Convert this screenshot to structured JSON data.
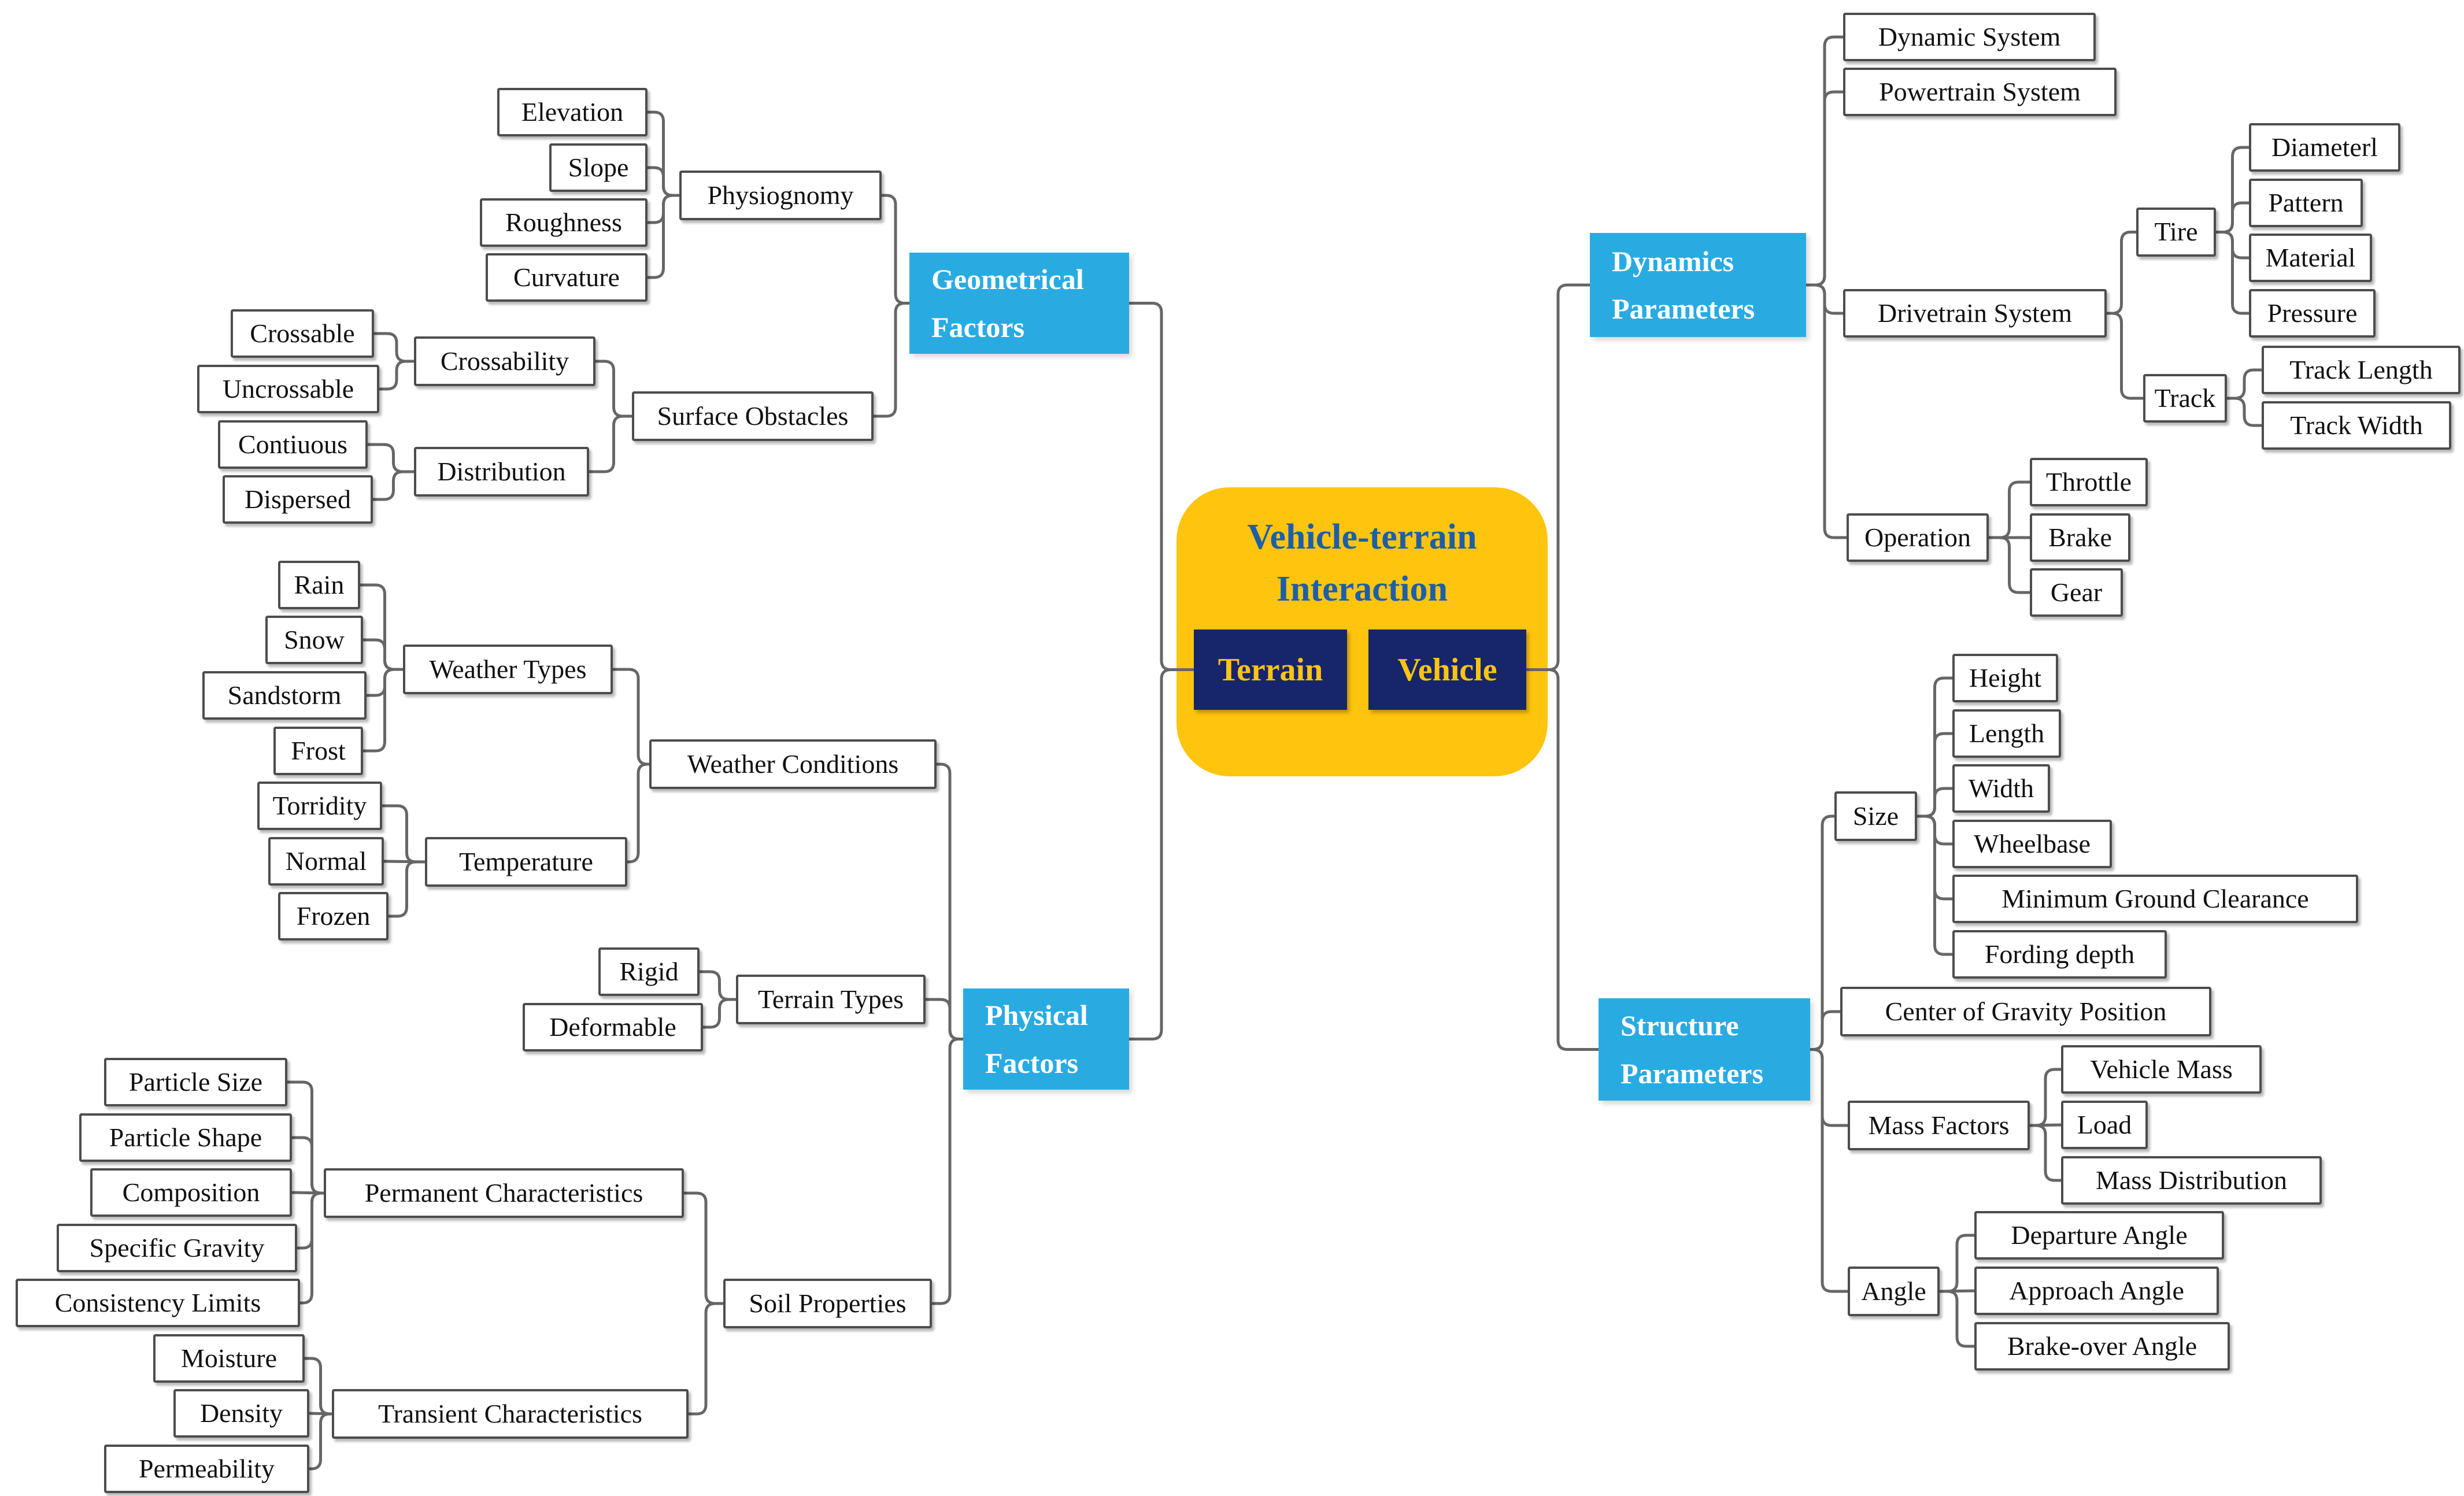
{
  "center": {
    "title": "Vehicle-terrain\nInteraction",
    "terrain": "Terrain",
    "vehicle": "Vehicle"
  },
  "colors": {
    "branch_blue": "#29ABE2",
    "center_yellow": "#FFC40E",
    "navy": "#17266B",
    "title_blue": "#1C5FA9",
    "chip_text_yellow": "#FFC414",
    "box_border": "#4D4D4D",
    "wire_gray": "#666666"
  },
  "nodes": {
    "elevation": "Elevation",
    "slope": "Slope",
    "roughness": "Roughness",
    "curvature": "Curvature",
    "physiognomy": "Physiognomy",
    "geometrical_factors": "Geometrical\nFactors",
    "crossable": "Crossable",
    "uncrossable": "Uncrossable",
    "crossability": "Crossability",
    "contiuous": "Contiuous",
    "dispersed": "Dispersed",
    "distribution": "Distribution",
    "surface_obstacles": "Surface Obstacles",
    "rain": "Rain",
    "snow": "Snow",
    "sandstorm": "Sandstorm",
    "frost": "Frost",
    "weather_types": "Weather Types",
    "torridity": "Torridity",
    "normal": "Normal",
    "frozen": "Frozen",
    "temperature": "Temperature",
    "weather_conditions": "Weather Conditions",
    "rigid": "Rigid",
    "deformable": "Deformable",
    "terrain_types": "Terrain Types",
    "physical_factors": "Physical\nFactors",
    "particle_size": "Particle Size",
    "particle_shape": "Particle Shape",
    "composition": "Composition",
    "specific_gravity": "Specific Gravity",
    "consistency_limits": "Consistency Limits",
    "permanent_characteristics": "Permanent Characteristics",
    "moisture": "Moisture",
    "density": "Density",
    "permeability": "Permeability",
    "transient_characteristics": "Transient Characteristics",
    "soil_properties": "Soil Properties",
    "dynamics_parameters": "Dynamics\nParameters",
    "dynamic_system": "Dynamic System",
    "powertrain_system": "Powertrain System",
    "drivetrain_system": "Drivetrain System",
    "tire": "Tire",
    "diameterl": "Diameterl",
    "pattern": "Pattern",
    "material": "Material",
    "pressure": "Pressure",
    "track": "Track",
    "track_length": "Track Length",
    "track_width": "Track Width",
    "operation": "Operation",
    "throttle": "Throttle",
    "brake": "Brake",
    "gear": "Gear",
    "structure_parameters": "Structure\nParameters",
    "size": "Size",
    "height": "Height",
    "length": "Length",
    "width": "Width",
    "wheelbase": "Wheelbase",
    "minimum_ground_clearance": "Minimum Ground Clearance",
    "fording_depth": "Fording depth",
    "center_of_gravity_position": "Center of Gravity Position",
    "mass_factors": "Mass Factors",
    "vehicle_mass": "Vehicle Mass",
    "load": "Load",
    "mass_distribution": "Mass Distribution",
    "angle": "Angle",
    "departure_angle": "Departure Angle",
    "approach_angle": "Approach Angle",
    "brake_over_angle": "Brake-over Angle"
  },
  "edges": [
    {
      "parent": "physiognomy",
      "side": "left",
      "children": [
        "elevation",
        "slope",
        "roughness",
        "curvature"
      ]
    },
    {
      "parent": "crossability",
      "side": "left",
      "children": [
        "crossable",
        "uncrossable"
      ]
    },
    {
      "parent": "distribution",
      "side": "left",
      "children": [
        "contiuous",
        "dispersed"
      ]
    },
    {
      "parent": "surface_obstacles",
      "side": "left",
      "children": [
        "crossability",
        "distribution"
      ]
    },
    {
      "parent": "geometrical_factors",
      "side": "left",
      "children": [
        "physiognomy",
        "surface_obstacles"
      ]
    },
    {
      "parent": "weather_types",
      "side": "left",
      "children": [
        "rain",
        "snow",
        "sandstorm",
        "frost"
      ]
    },
    {
      "parent": "temperature",
      "side": "left",
      "children": [
        "torridity",
        "normal",
        "frozen"
      ]
    },
    {
      "parent": "weather_conditions",
      "side": "left",
      "children": [
        "weather_types",
        "temperature"
      ]
    },
    {
      "parent": "terrain_types",
      "side": "left",
      "children": [
        "rigid",
        "deformable"
      ]
    },
    {
      "parent": "permanent_characteristics",
      "side": "left",
      "children": [
        "particle_size",
        "particle_shape",
        "composition",
        "specific_gravity",
        "consistency_limits"
      ]
    },
    {
      "parent": "transient_characteristics",
      "side": "left",
      "children": [
        "moisture",
        "density",
        "permeability"
      ]
    },
    {
      "parent": "soil_properties",
      "side": "left",
      "children": [
        "permanent_characteristics",
        "transient_characteristics"
      ]
    },
    {
      "parent": "physical_factors",
      "side": "left",
      "children": [
        "weather_conditions",
        "terrain_types",
        "soil_properties"
      ]
    },
    {
      "parent": "terrain",
      "side": "left",
      "children": [
        "geometrical_factors",
        "physical_factors"
      ]
    },
    {
      "parent": "vehicle",
      "side": "right",
      "children": [
        "dynamics_parameters",
        "structure_parameters"
      ]
    },
    {
      "parent": "dynamics_parameters",
      "side": "right",
      "children": [
        "dynamic_system",
        "powertrain_system",
        "drivetrain_system",
        "operation"
      ]
    },
    {
      "parent": "drivetrain_system",
      "side": "right",
      "children": [
        "tire",
        "track"
      ]
    },
    {
      "parent": "tire",
      "side": "right",
      "children": [
        "diameterl",
        "pattern",
        "material",
        "pressure"
      ]
    },
    {
      "parent": "track",
      "side": "right",
      "children": [
        "track_length",
        "track_width"
      ]
    },
    {
      "parent": "operation",
      "side": "right",
      "children": [
        "throttle",
        "brake",
        "gear"
      ]
    },
    {
      "parent": "structure_parameters",
      "side": "right",
      "children": [
        "size",
        "center_of_gravity_position",
        "mass_factors",
        "angle"
      ]
    },
    {
      "parent": "size",
      "side": "right",
      "children": [
        "height",
        "length",
        "width",
        "wheelbase",
        "minimum_ground_clearance",
        "fording_depth"
      ]
    },
    {
      "parent": "mass_factors",
      "side": "right",
      "children": [
        "vehicle_mass",
        "load",
        "mass_distribution"
      ]
    },
    {
      "parent": "angle",
      "side": "right",
      "children": [
        "departure_angle",
        "approach_angle",
        "brake_over_angle"
      ]
    }
  ]
}
